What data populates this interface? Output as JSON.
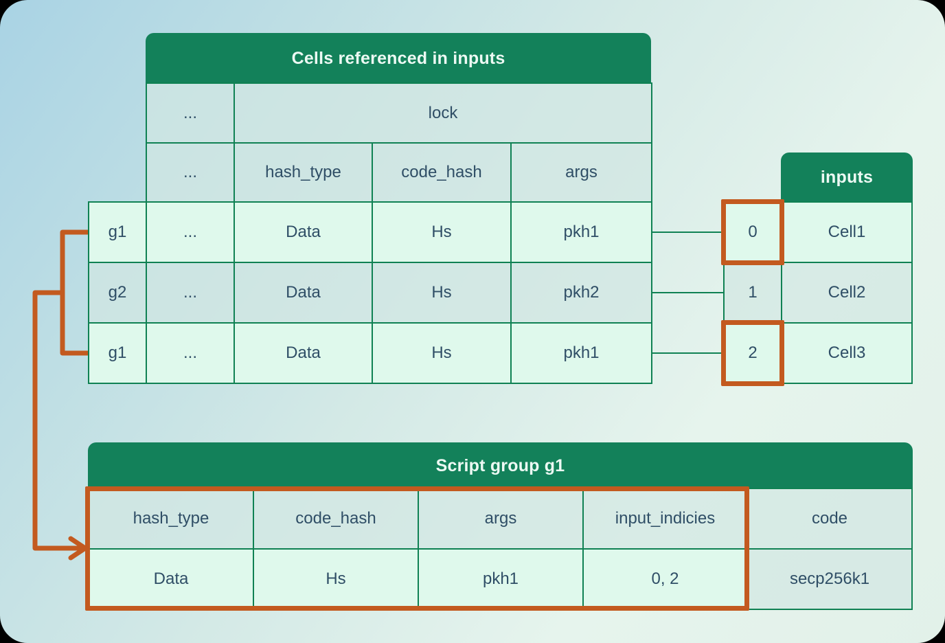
{
  "cells_table": {
    "title": "Cells referenced in inputs",
    "row_lock": {
      "dots": "...",
      "lock": "lock"
    },
    "headers": {
      "dots": "...",
      "hash_type": "hash_type",
      "code_hash": "code_hash",
      "args": "args"
    },
    "rows": [
      {
        "group": "g1",
        "dots": "...",
        "hash_type": "Data",
        "code_hash": "Hs",
        "args": "pkh1"
      },
      {
        "group": "g2",
        "dots": "...",
        "hash_type": "Data",
        "code_hash": "Hs",
        "args": "pkh2"
      },
      {
        "group": "g1",
        "dots": "...",
        "hash_type": "Data",
        "code_hash": "Hs",
        "args": "pkh1"
      }
    ]
  },
  "inputs_table": {
    "title": "inputs",
    "rows": [
      {
        "index": "0",
        "cell": "Cell1",
        "highlighted": true
      },
      {
        "index": "1",
        "cell": "Cell2",
        "highlighted": false
      },
      {
        "index": "2",
        "cell": "Cell3",
        "highlighted": true
      }
    ]
  },
  "script_group_table": {
    "title": "Script group g1",
    "headers": [
      "hash_type",
      "code_hash",
      "args",
      "input_indicies",
      "code"
    ],
    "values": [
      "Data",
      "Hs",
      "pkh1",
      "0, 2",
      "secp256k1"
    ]
  },
  "colors": {
    "header_green": "#13815A",
    "border_green": "#0F8153",
    "cell_mint": "#DFF9EC",
    "cell_alt": "#D5E8E3",
    "highlight_orange": "#C35A1F",
    "text_dark": "#2F4E66",
    "title_text": "#ECF9F3"
  }
}
